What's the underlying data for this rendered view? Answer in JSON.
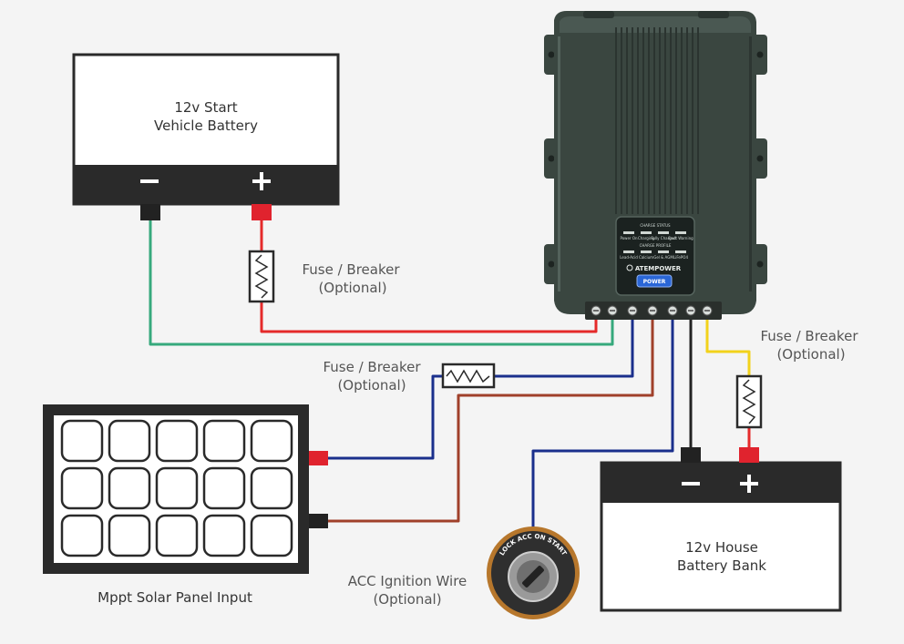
{
  "start_battery": {
    "title_line1": "12v Start",
    "title_line2": "Vehicle Battery",
    "neg_symbol": "−",
    "pos_symbol": "+"
  },
  "house_battery": {
    "title_line1": "12v House",
    "title_line2": "Battery Bank",
    "neg_symbol": "−",
    "pos_symbol": "+"
  },
  "fuse_start": {
    "line1": "Fuse / Breaker",
    "line2": "(Optional)"
  },
  "fuse_solar": {
    "line1": "Fuse / Breaker",
    "line2": "(Optional)"
  },
  "fuse_house": {
    "line1": "Fuse / Breaker",
    "line2": "(Optional)"
  },
  "solar_panel": {
    "label": "Mppt Solar Panel Input"
  },
  "ignition": {
    "label_line1": "ACC Ignition Wire",
    "label_line2": "(Optional)",
    "switch_text": "LOCK ACC ON START"
  },
  "charger": {
    "brand": "ATEMPOWER",
    "power_label": "POWER",
    "charge_status_title": "CHARGE STATUS",
    "charge_profile_title": "CHARGE PROFILE",
    "status_leds": [
      "Power On",
      "Charging",
      "Fully Charged",
      "Fault Warning"
    ],
    "profile_leds": [
      "Lead-Acid",
      "Calcium",
      "Gel & AGM",
      "LiFePO4"
    ]
  },
  "colors": {
    "wire_red": "#e52a2a",
    "wire_green": "#36a97c",
    "wire_blue": "#1a2f8c",
    "wire_brown": "#a0402a",
    "wire_yellow": "#f2d21b",
    "wire_black": "#222222",
    "charger_body": "#3a4640",
    "terminal_black": "#222222",
    "terminal_red": "#e0232e"
  }
}
